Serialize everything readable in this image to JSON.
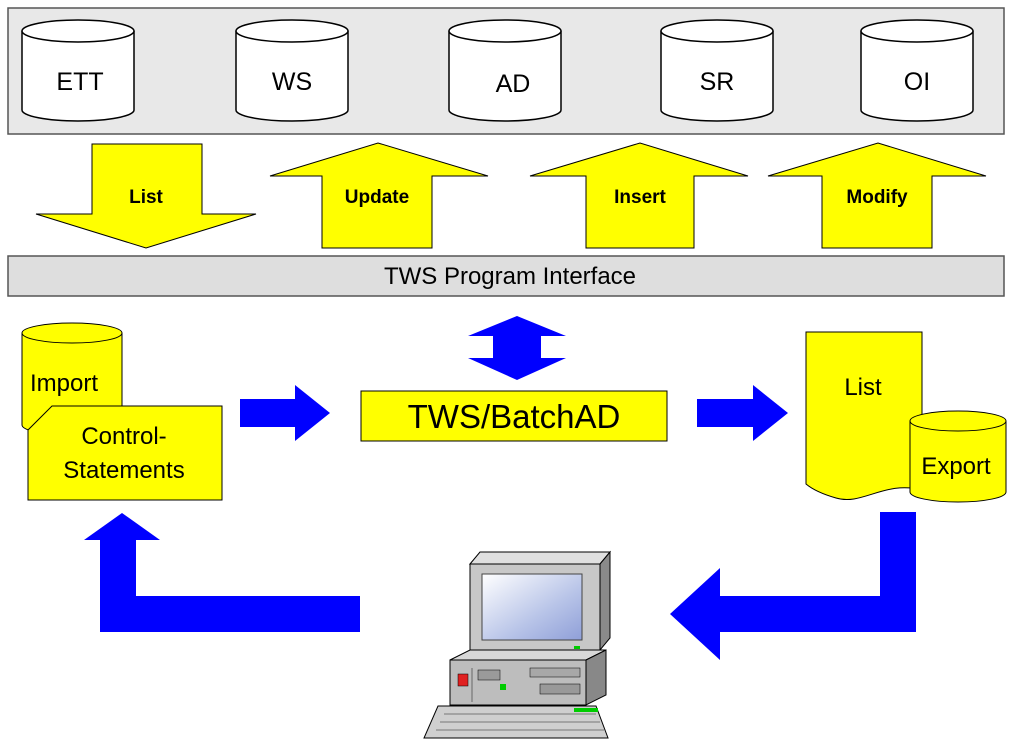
{
  "databases": [
    {
      "label": "ETT"
    },
    {
      "label": "WS"
    },
    {
      "label": "AD"
    },
    {
      "label": "SR"
    },
    {
      "label": "OI"
    }
  ],
  "operations": [
    {
      "label": "List",
      "direction": "down"
    },
    {
      "label": "Update",
      "direction": "up"
    },
    {
      "label": "Insert",
      "direction": "up"
    },
    {
      "label": "Modify",
      "direction": "up"
    }
  ],
  "interface_bar": {
    "label": "TWS Program Interface"
  },
  "inputs": {
    "import_label": "Import",
    "control_label_line1": "Control-",
    "control_label_line2": "Statements"
  },
  "main_program": {
    "label": "TWS/BatchAD"
  },
  "outputs": {
    "list_label": "List",
    "export_label": "Export"
  },
  "colors": {
    "yellow": "#ffff00",
    "blue": "#0000ff",
    "panel_gray": "#e8e8e8",
    "bar_gray": "#dedede"
  }
}
